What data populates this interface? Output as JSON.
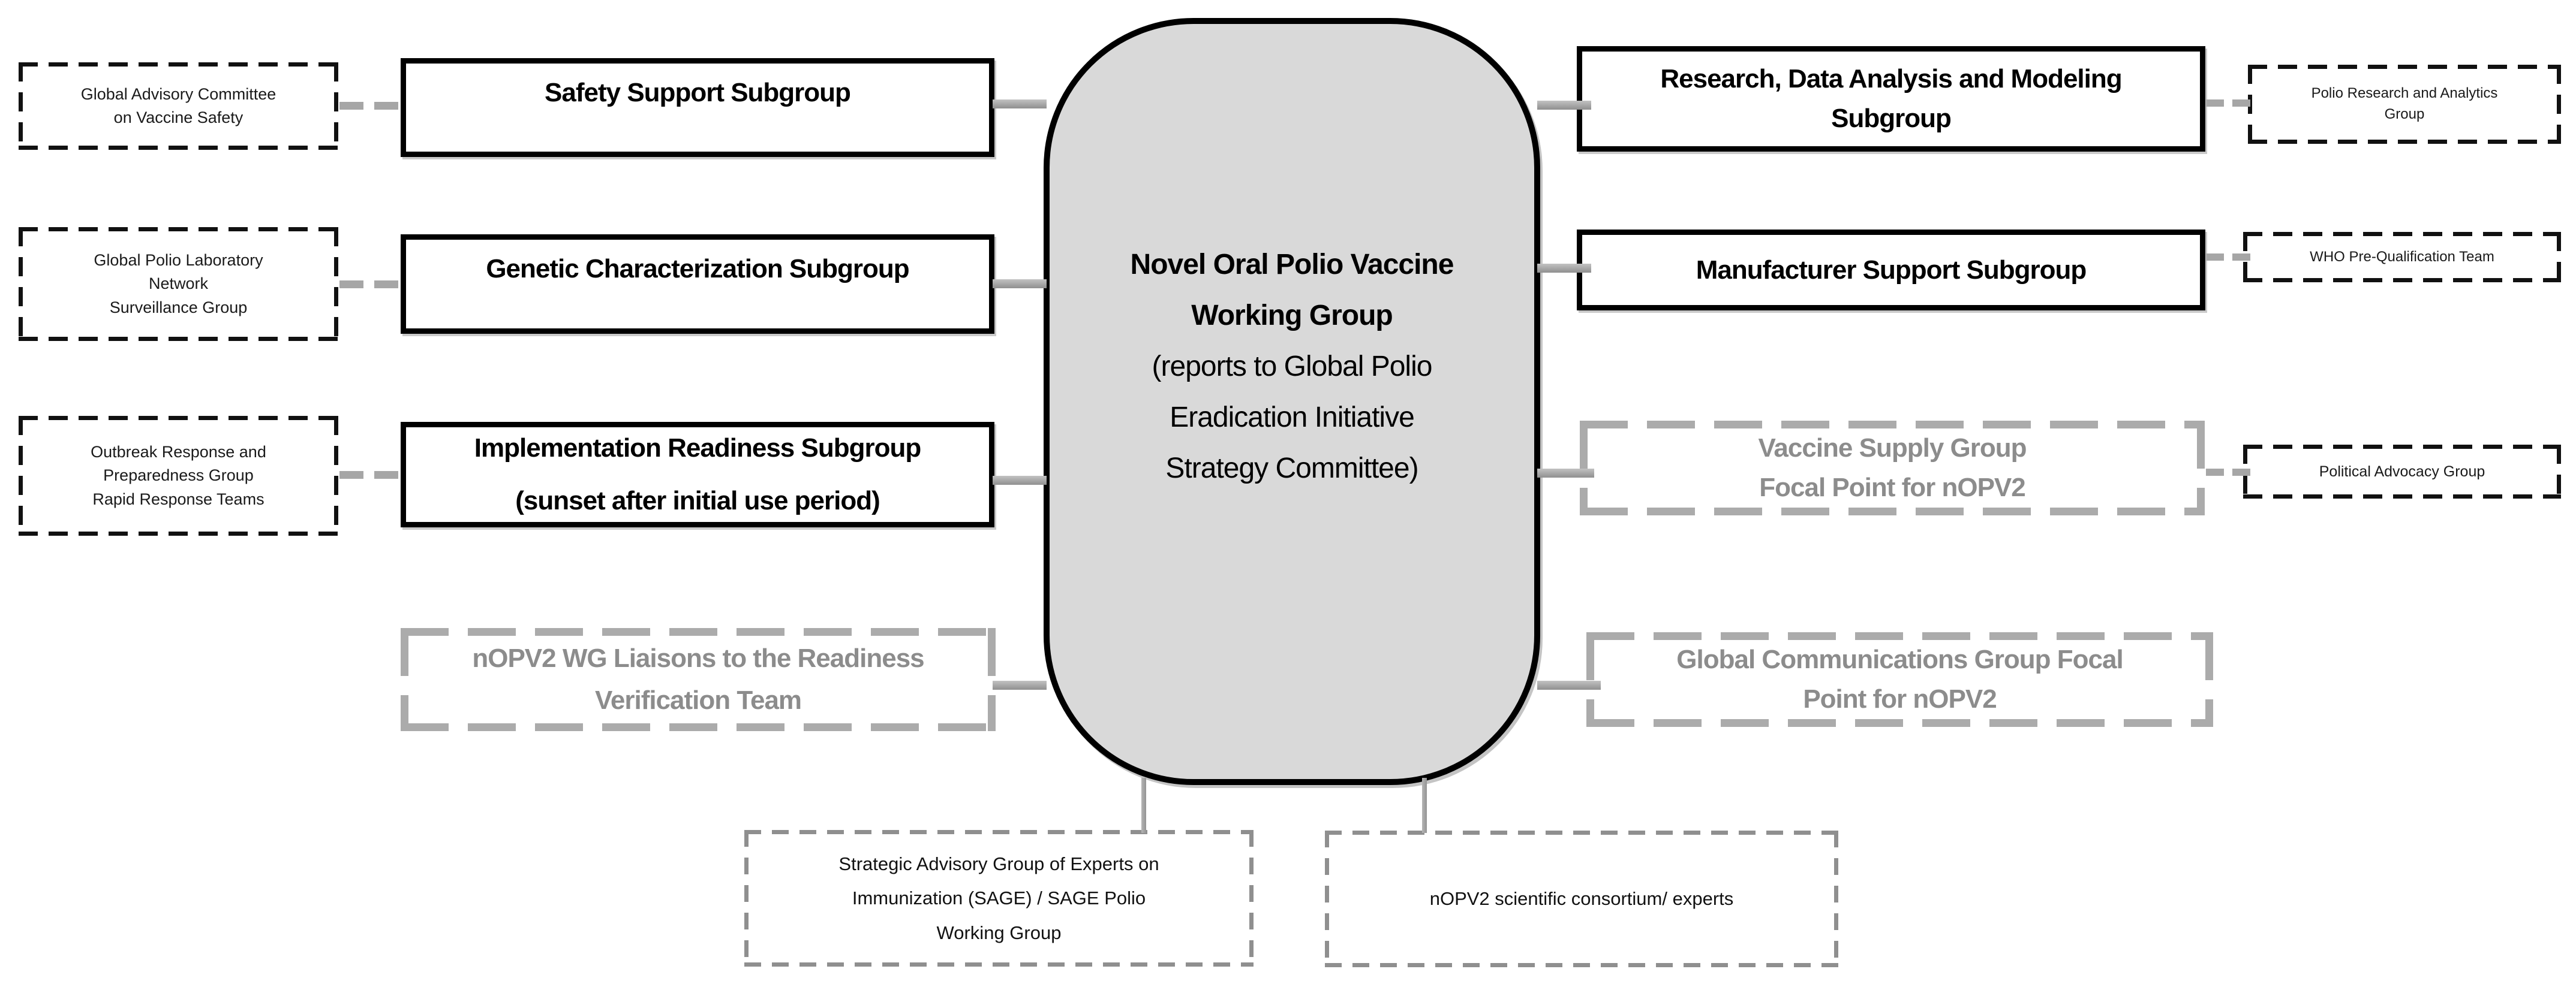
{
  "diagram_title": "Novel Oral Polio Vaccine Working Group organizational chart",
  "colors": {
    "center_fill": "#d9d9d9",
    "solid_border": "#000000",
    "gray_accent": "#a6a6a6",
    "gray_text": "#8c8c8c"
  },
  "center": {
    "name": "Novel Oral Polio Vaccine\nWorking Group",
    "note": "(reports to Global Polio\nEradication Initiative\nStrategy Committee)"
  },
  "left_column": {
    "external": [
      {
        "label": "Global Advisory Committee\non Vaccine Safety"
      },
      {
        "label": "Global Polio Laboratory\nNetwork\nSurveillance Group"
      },
      {
        "label": "Outbreak Response and\nPreparedness Group\nRapid Response Teams"
      }
    ],
    "subgroups": [
      {
        "label": "Safety Support Subgroup"
      },
      {
        "label": "Genetic Characterization Subgroup"
      },
      {
        "label": "Implementation Readiness Subgroup\n(sunset after initial use period)"
      },
      {
        "label": "nOPV2 WG Liaisons to the Readiness\nVerification Team"
      }
    ]
  },
  "right_column": {
    "subgroups": [
      {
        "label": "Research, Data Analysis and Modeling\nSubgroup"
      },
      {
        "label": "Manufacturer Support Subgroup"
      },
      {
        "label": "Vaccine Supply Group\nFocal Point for nOPV2"
      },
      {
        "label": "Global Communications Group Focal\nPoint for nOPV2"
      }
    ],
    "external": [
      {
        "label": "Polio Research and Analytics\nGroup"
      },
      {
        "label": "WHO Pre-Qualification Team"
      },
      {
        "label": "Political Advocacy Group"
      }
    ]
  },
  "bottom": {
    "advisors": [
      {
        "label": "Strategic Advisory Group of Experts on\nImmunization (SAGE) / SAGE Polio\nWorking Group"
      },
      {
        "label": "nOPV2 scientific consortium/ experts"
      }
    ]
  }
}
